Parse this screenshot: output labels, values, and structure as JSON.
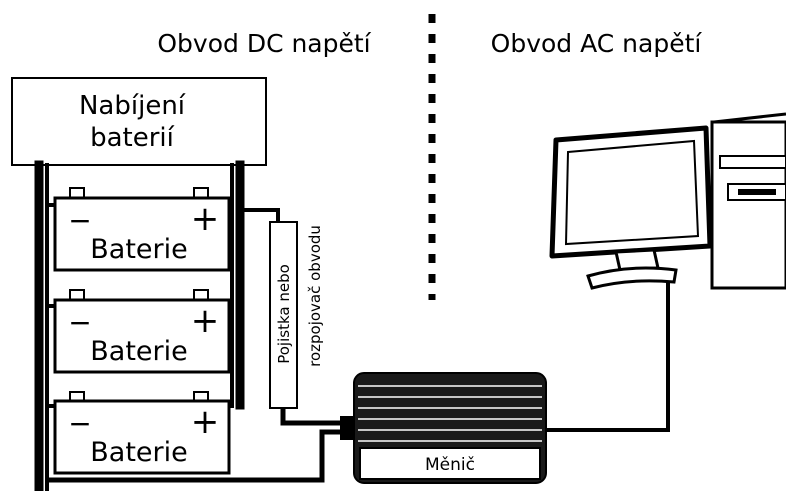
{
  "labels": {
    "dc_circuit": "Obvod DC napětí",
    "ac_circuit": "Obvod AC napětí",
    "charger_line1": "Nabíjení",
    "charger_line2": "baterií",
    "battery": "Baterie",
    "battery_minus": "−",
    "battery_plus": "+",
    "fuse_line1": "Pojistka nebo",
    "fuse_line2": "rozpojovač obvodu",
    "inverter": "Měnič"
  },
  "colors": {
    "line": "#000000",
    "background": "#ffffff",
    "inverter_body": "#1a1a1a"
  },
  "icons": {
    "monitor": "monitor-icon",
    "computer": "desktop-tower-icon"
  }
}
